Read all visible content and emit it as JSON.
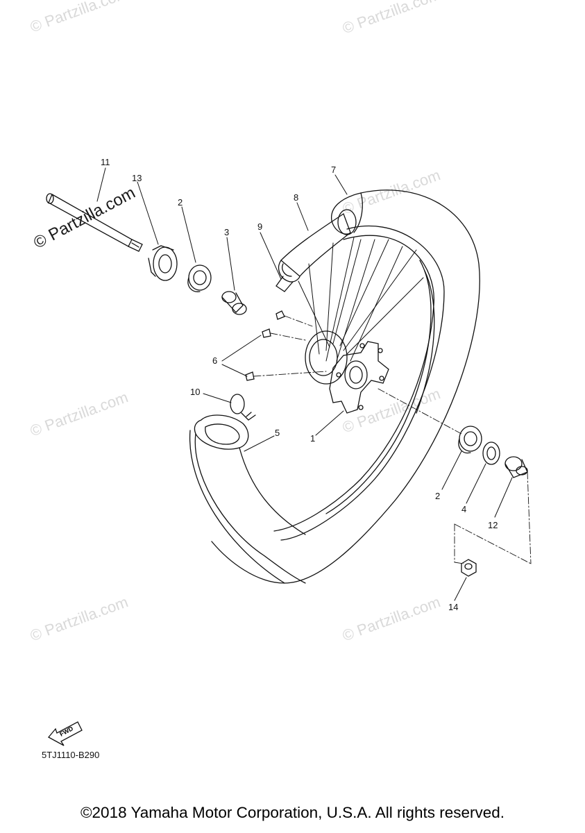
{
  "watermarks": [
    "© Partzilla.com",
    "© Partzilla.com",
    "© Partzilla.com",
    "© Partzilla.com",
    "© Partzilla.com",
    "© Partzilla.com",
    "© Partzilla.com",
    "© Partzilla.com"
  ],
  "labels": {
    "l1": "1",
    "l2a": "2",
    "l2b": "2",
    "l3": "3",
    "l4": "4",
    "l5": "5",
    "l6": "6",
    "l7": "7",
    "l8": "8",
    "l9": "9",
    "l10": "10",
    "l11": "11",
    "l12": "12",
    "l13": "13",
    "l14": "14"
  },
  "fwd_label": "FWD",
  "diagram_code": "5TJ1110-B290",
  "copyright": "©2018 Yamaha Motor Corporation, U.S.A. All rights reserved."
}
